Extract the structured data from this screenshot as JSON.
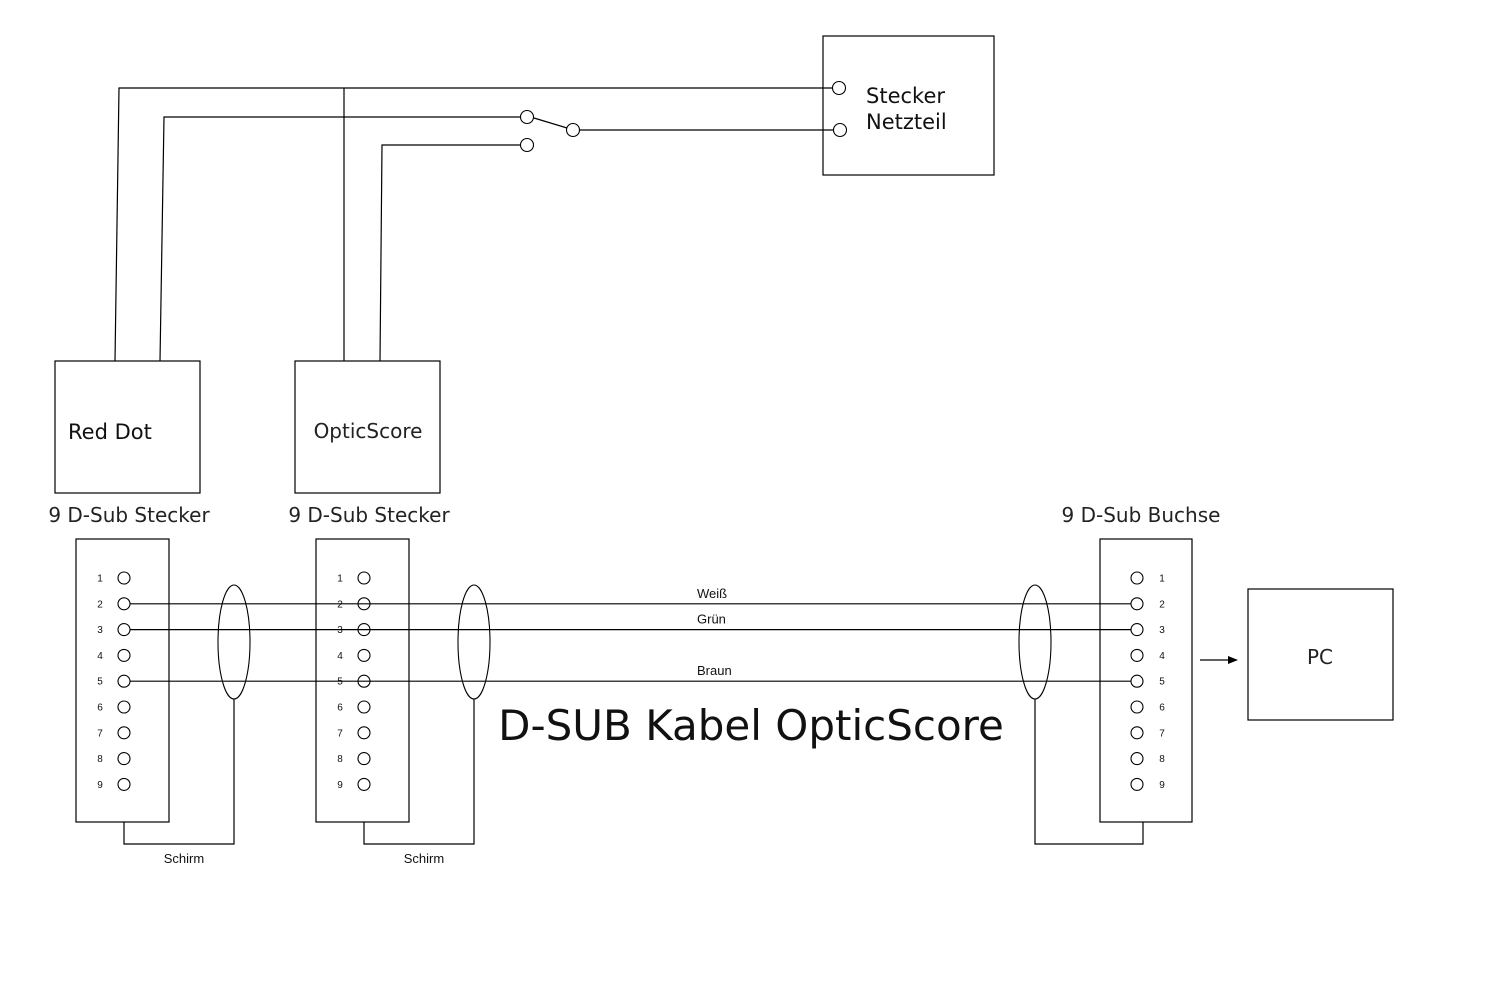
{
  "title": "D-SUB Kabel OpticScore",
  "devices": {
    "red_dot": "Red Dot",
    "opticscore": "OpticScore",
    "power_plug": [
      "Stecker",
      "Netzteil"
    ],
    "pc": "PC"
  },
  "connectors": {
    "c1": "9 D-Sub Stecker",
    "c2": "9 D-Sub Stecker",
    "c3": "9 D-Sub Buchse"
  },
  "pins": [
    "1",
    "2",
    "3",
    "4",
    "5",
    "6",
    "7",
    "8",
    "9"
  ],
  "wires": [
    {
      "pin": "2",
      "label": "Weiß"
    },
    {
      "pin": "3",
      "label": "Grün"
    },
    {
      "pin": "5",
      "label": "Braun"
    }
  ],
  "shield_label": "Schirm",
  "icons": {
    "arrow": "arrow-right-icon",
    "switch": "switch-icon"
  }
}
